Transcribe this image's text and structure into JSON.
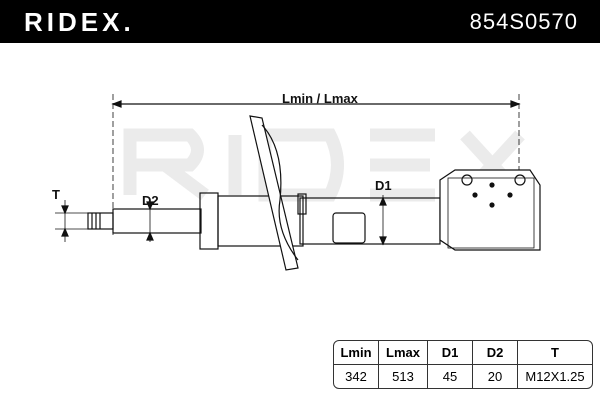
{
  "brand": "RIDEX.",
  "part_number": "854S0570",
  "watermark": "RIDEX",
  "drawing": {
    "labels": {
      "length": "Lmin / Lmax",
      "d1": "D1",
      "d2": "D2",
      "t": "T"
    }
  },
  "specs": {
    "headers": [
      "Lmin",
      "Lmax",
      "D1",
      "D2",
      "T"
    ],
    "values": [
      "342",
      "513",
      "45",
      "20",
      "M12X1.25"
    ]
  }
}
